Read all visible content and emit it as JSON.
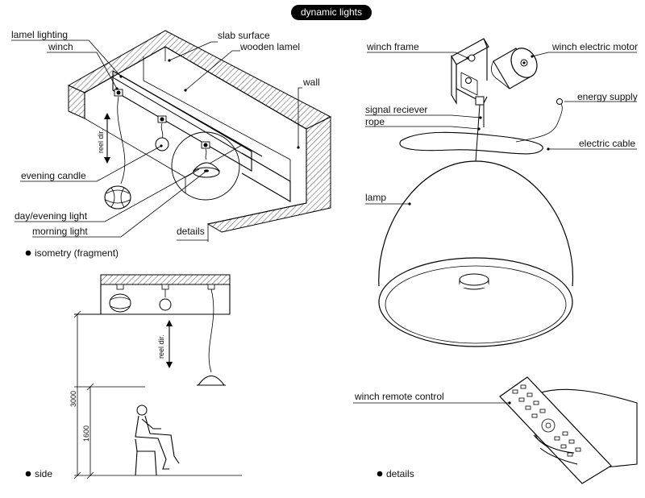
{
  "title": "dynamic lights",
  "isometry": {
    "labels": {
      "lamel_lighting": "lamel lighting",
      "winch": "winch",
      "slab_surface": "slab surface",
      "wooden_lamel": "wooden lamel",
      "wall": "wall",
      "reel_dir": "reel dir.",
      "evening_candle": "evening candle",
      "day_evening_light": "day/evening light",
      "morning_light": "morning light",
      "details": "details"
    },
    "caption": "isometry (fragment)"
  },
  "side": {
    "reel_dir": "reel dir.",
    "dim_3000": "3000",
    "dim_1600": "1600",
    "caption": "side"
  },
  "details": {
    "labels": {
      "winch_frame": "winch frame",
      "winch_electric_motor": "winch electric motor",
      "energy_supply": "energy supply",
      "signal_reciever": "signal reciever",
      "rope": "rope",
      "electric_cable": "electric cable",
      "lamp": "lamp",
      "winch_remote_control": "winch remote control"
    },
    "caption": "details"
  }
}
